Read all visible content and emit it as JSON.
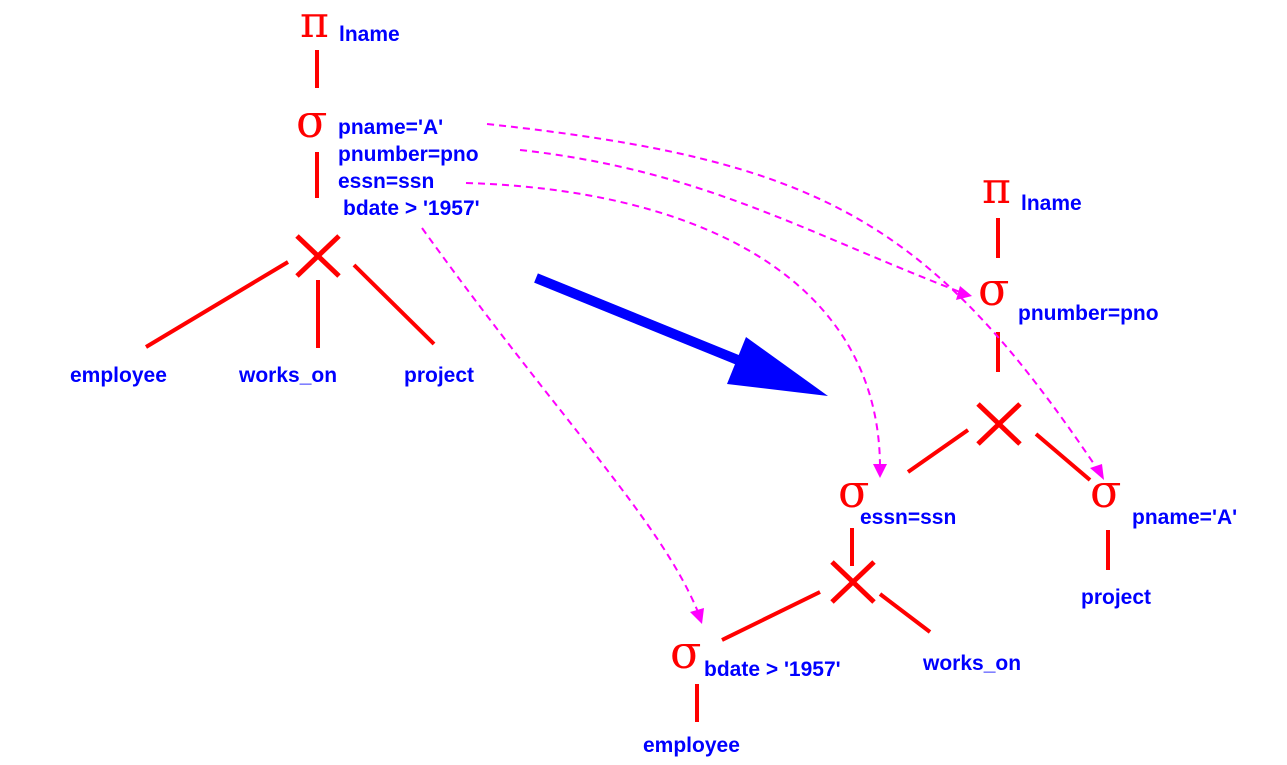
{
  "symbols": {
    "project": "π",
    "select": "σ"
  },
  "left_tree": {
    "project_attr": "lname",
    "conditions": [
      "pname='A'",
      "pnumber=pno",
      "essn=ssn",
      "bdate > '1957'"
    ],
    "relations": [
      "employee",
      "works_on",
      "project"
    ]
  },
  "right_tree": {
    "project_attr": "lname",
    "select_top": "pnumber=pno",
    "select_essn": "essn=ssn",
    "select_pname": "pname='A'",
    "select_bdate": "bdate > '1957'",
    "rel_project": "project",
    "rel_works_on": "works_on",
    "rel_employee": "employee"
  },
  "colors": {
    "operator": "#ff0000",
    "label": "#0000ff",
    "transform_arrow": "#0000ff",
    "mapping": "#ff00ff"
  }
}
